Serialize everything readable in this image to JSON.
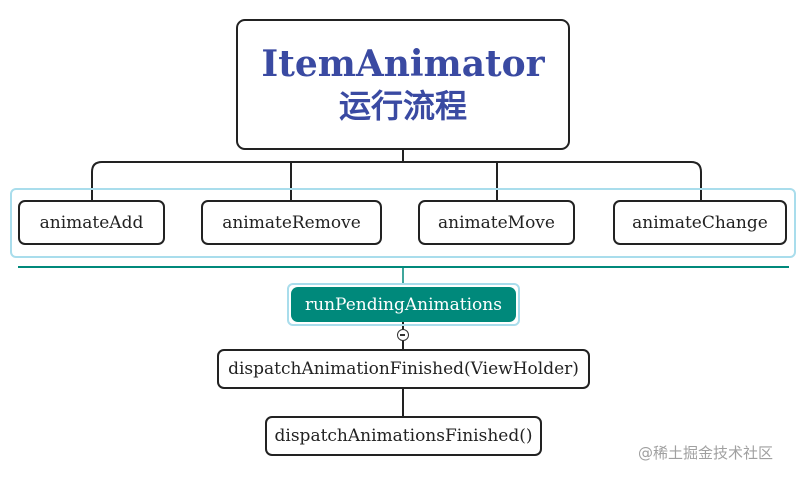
{
  "diagram": {
    "root": {
      "line1": "ItemAnimator",
      "line2": "运行流程"
    },
    "branches": [
      "animateAdd",
      "animateRemove",
      "animateMove",
      "animateChange"
    ],
    "main": "runPendingAnimations",
    "children": [
      "dispatchAnimationFinished(ViewHolder)",
      "dispatchAnimationsFinished()"
    ]
  },
  "watermark": "@稀土掘金技术社区",
  "colors": {
    "title": "#3a4aa2",
    "accent": "#00897b",
    "highlight_border": "#a9ddec",
    "node_border": "#222222"
  }
}
